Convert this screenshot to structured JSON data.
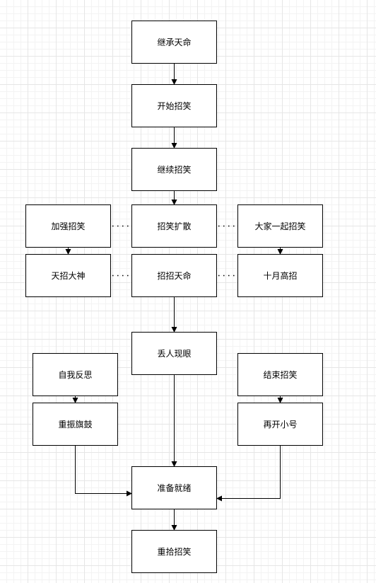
{
  "nodes": {
    "inherit_fate": "继承天命",
    "start_zhaoxiao": "开始招笑",
    "continue_zhaoxiao": "继续招笑",
    "strengthen_zhaoxiao": "加强招笑",
    "spread_zhaoxiao": "招笑扩散",
    "everyone_zhaoxiao": "大家一起招笑",
    "tian_zhao_da_shen": "天招大神",
    "zhao_zhao_tian_ming": "招招天命",
    "shi_yue_gao_zhao": "十月高招",
    "embarrassment": "丢人现眼",
    "self_reflection": "自我反思",
    "end_zhaoxiao": "结束招笑",
    "rally_again": "重振旗鼓",
    "new_alt_account": "再开小号",
    "get_ready": "准备就绪",
    "resume_zhaoxiao": "重拾招笑"
  },
  "colors": {
    "stroke": "#000000",
    "fill": "#ffffff",
    "grid": "#e6e6e6"
  }
}
